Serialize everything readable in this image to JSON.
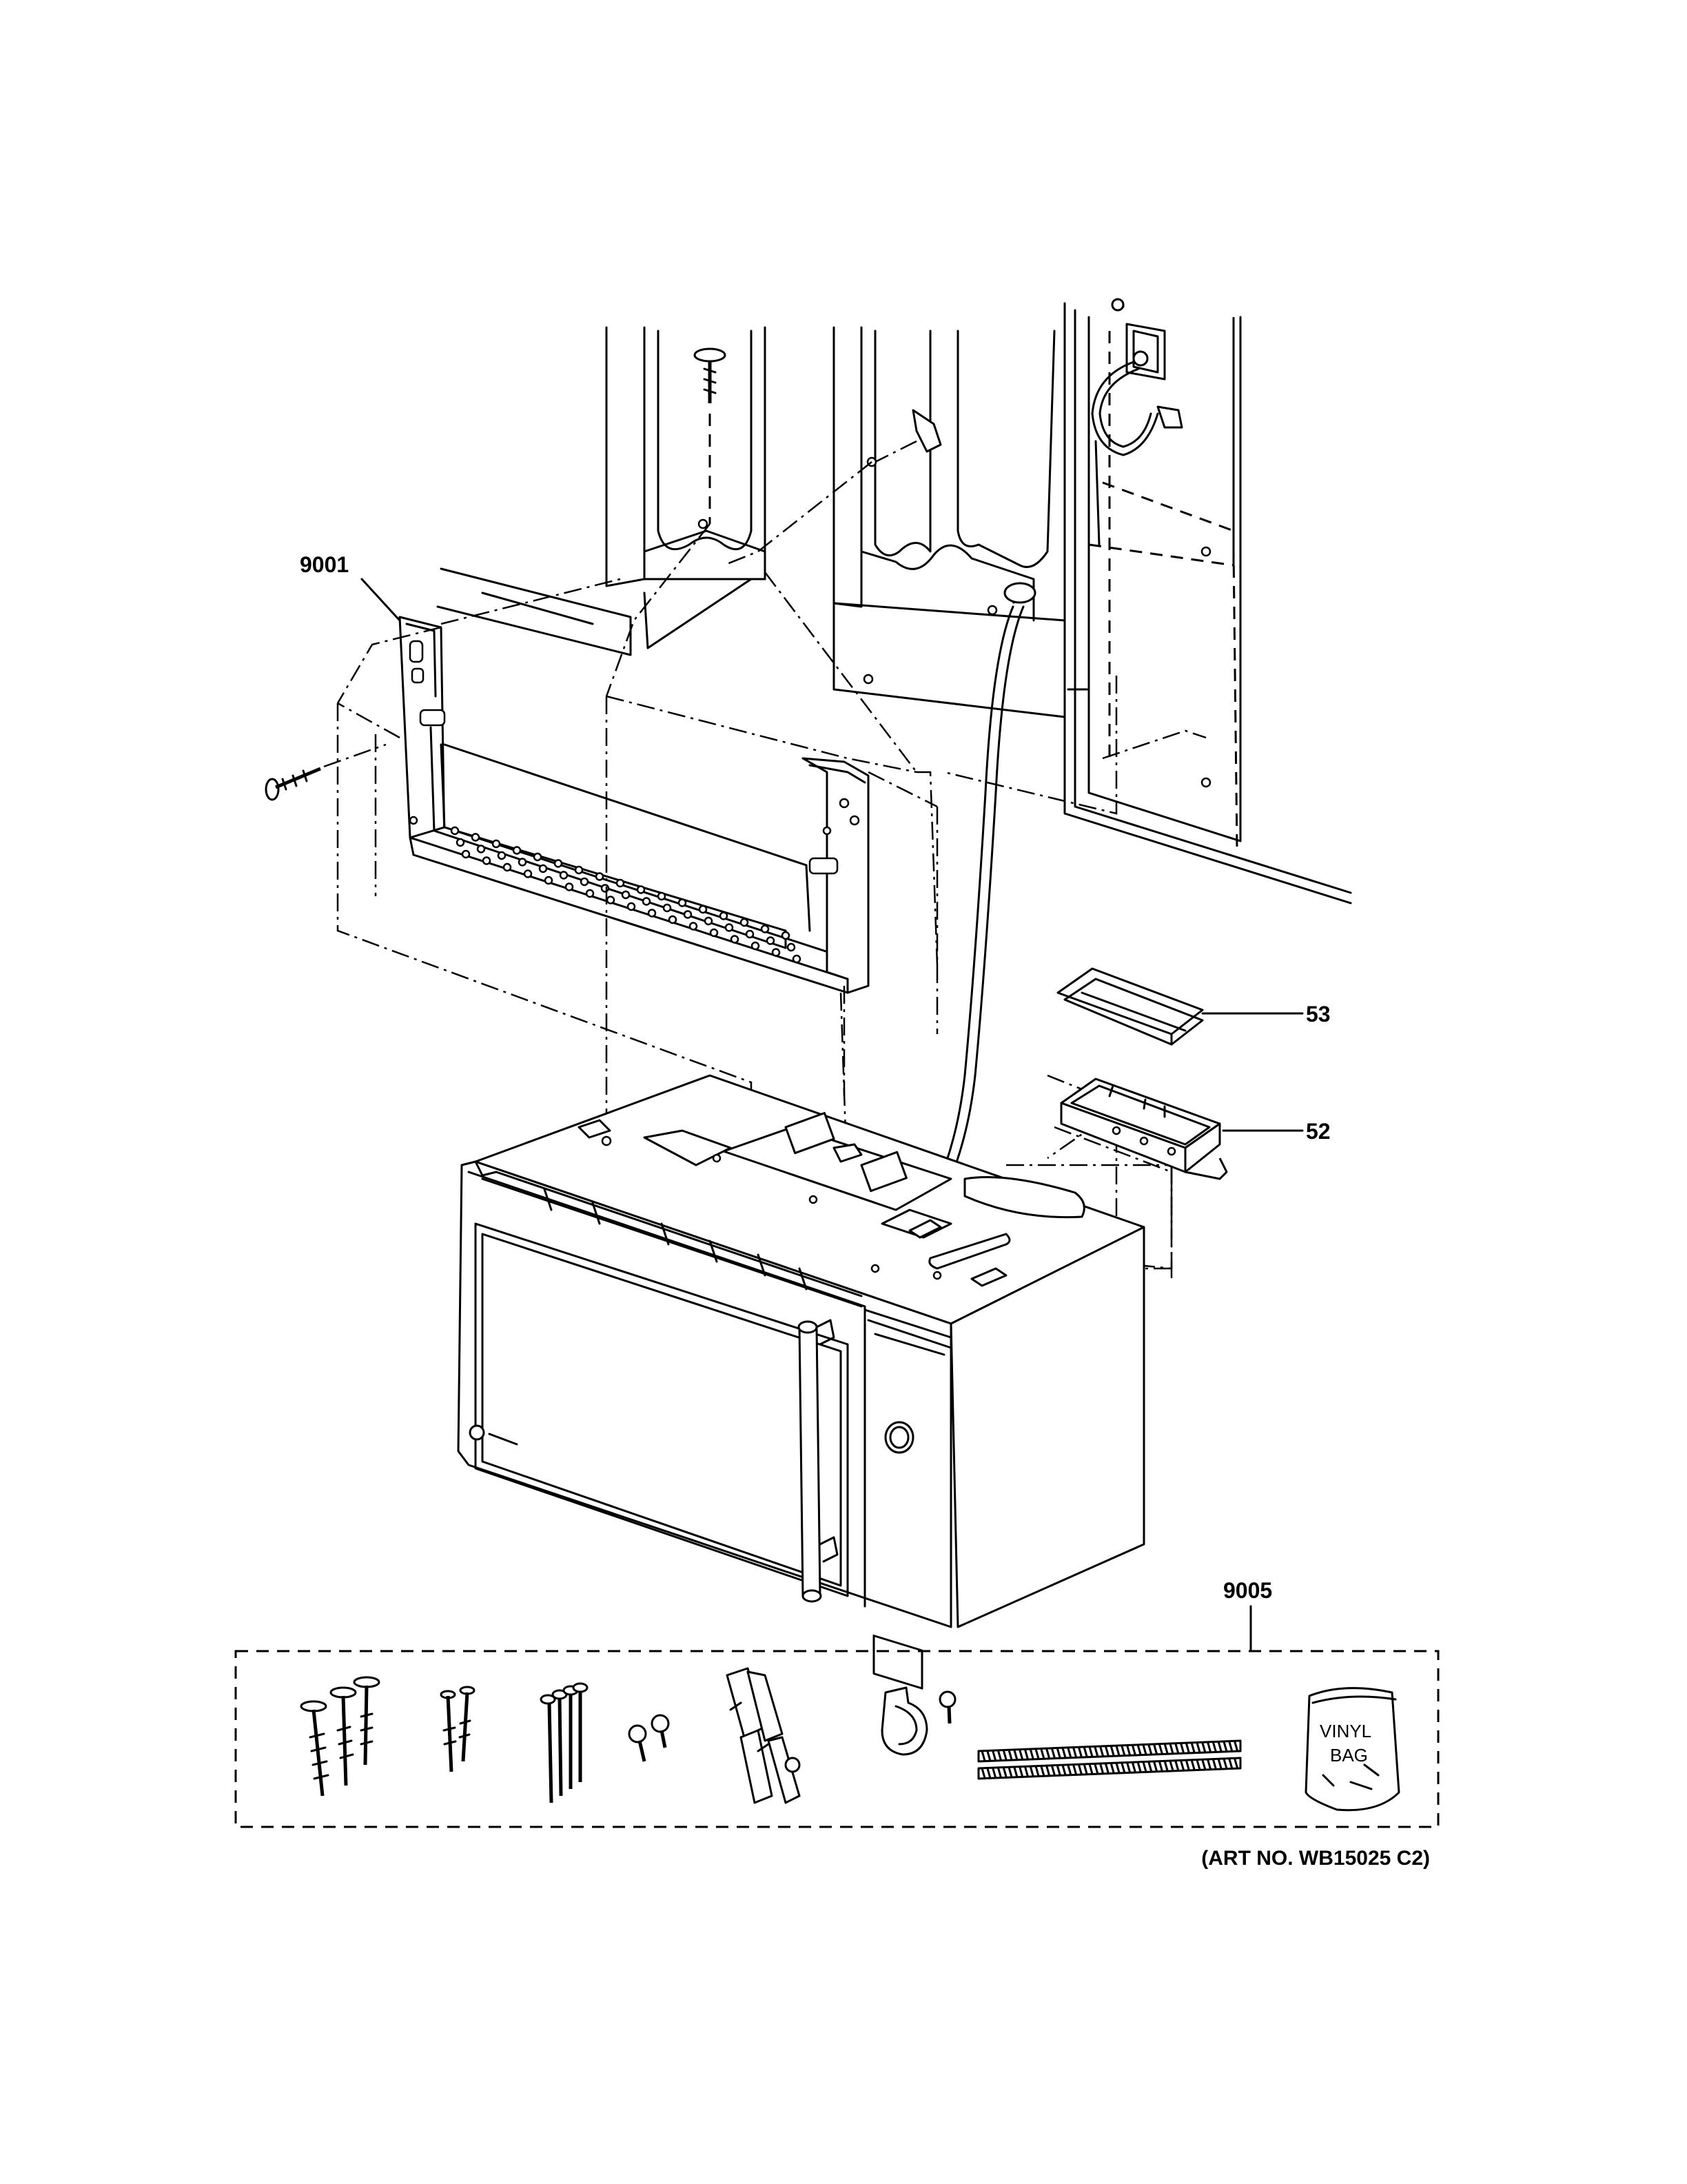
{
  "callouts": {
    "mounting_plate": "9001",
    "damper_cover": "53",
    "damper_housing": "52",
    "installation_kit": "9005"
  },
  "kit": {
    "bag_label_line1": "VINYL",
    "bag_label_line2": "BAG"
  },
  "art_number": "(ART NO. WB15025 C2)",
  "icons": {
    "logo": "ge-logo-icon"
  }
}
